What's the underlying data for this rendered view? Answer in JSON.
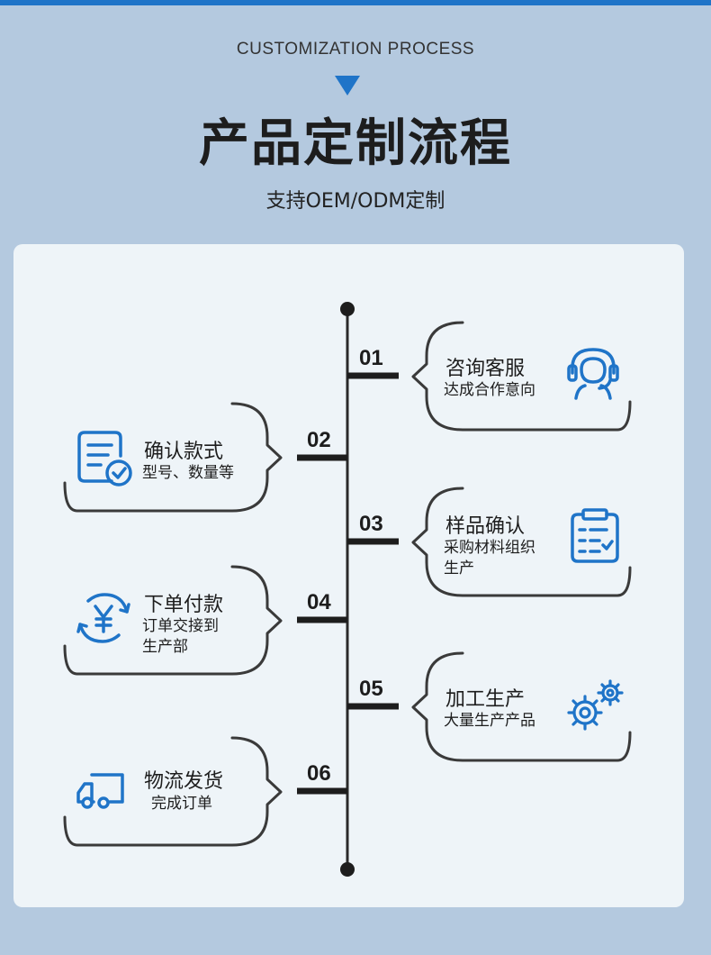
{
  "header": {
    "eyebrow": "CUSTOMIZATION PROCESS",
    "title": "产品定制流程",
    "subtitle": "支持OEM/ODM定制"
  },
  "colors": {
    "accent": "#1f74c8",
    "background": "#b4c9df",
    "card": "#eef4f8",
    "text": "#1d1d1d"
  },
  "steps": [
    {
      "number": "01",
      "title": "咨询客服",
      "desc": [
        "达成合作意向"
      ],
      "icon": "headset-icon"
    },
    {
      "number": "02",
      "title": "确认款式",
      "desc": [
        "型号、数量等"
      ],
      "icon": "document-check-icon"
    },
    {
      "number": "03",
      "title": "样品确认",
      "desc": [
        "采购材料组织",
        "生产"
      ],
      "icon": "clipboard-checklist-icon"
    },
    {
      "number": "04",
      "title": "下单付款",
      "desc": [
        "订单交接到",
        "生产部"
      ],
      "icon": "yen-exchange-icon"
    },
    {
      "number": "05",
      "title": "加工生产",
      "desc": [
        "大量生产产品"
      ],
      "icon": "gears-icon"
    },
    {
      "number": "06",
      "title": "物流发货",
      "desc": [
        "完成订单"
      ],
      "icon": "truck-icon"
    }
  ]
}
